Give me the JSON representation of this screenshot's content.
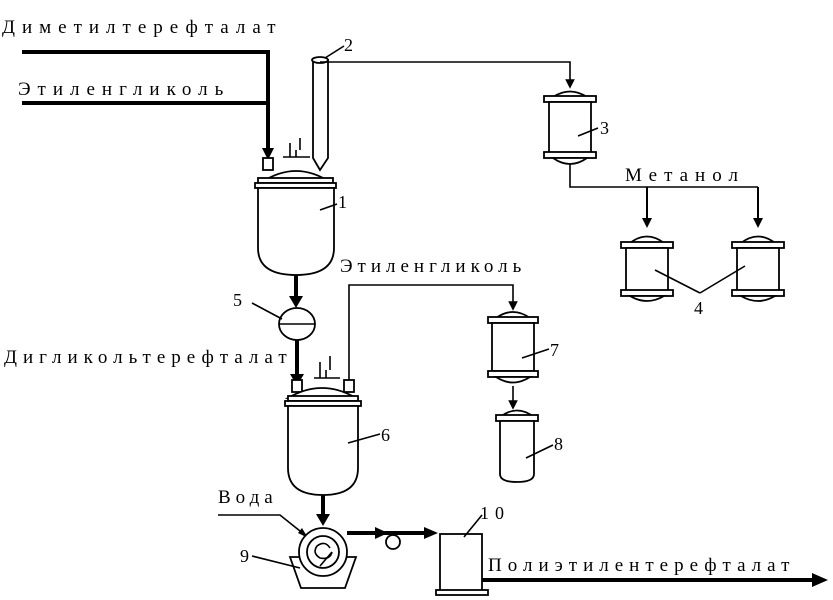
{
  "labels": {
    "dimethyl": "Диметилтерефталат",
    "ethylene_glycol_top": "Этиленгликоль",
    "methanol": "Метанол",
    "ethylene_glycol_mid": "Этиленгликоль",
    "diglycol": "Дигликольтерефталат",
    "water": "Вода",
    "pet": "Полиэтилентерефталат"
  },
  "numbers": {
    "n1": "1",
    "n2": "2",
    "n3": "3",
    "n4": "4",
    "n5": "5",
    "n6": "6",
    "n7": "7",
    "n8": "8",
    "n9": "9",
    "n10": "10"
  }
}
